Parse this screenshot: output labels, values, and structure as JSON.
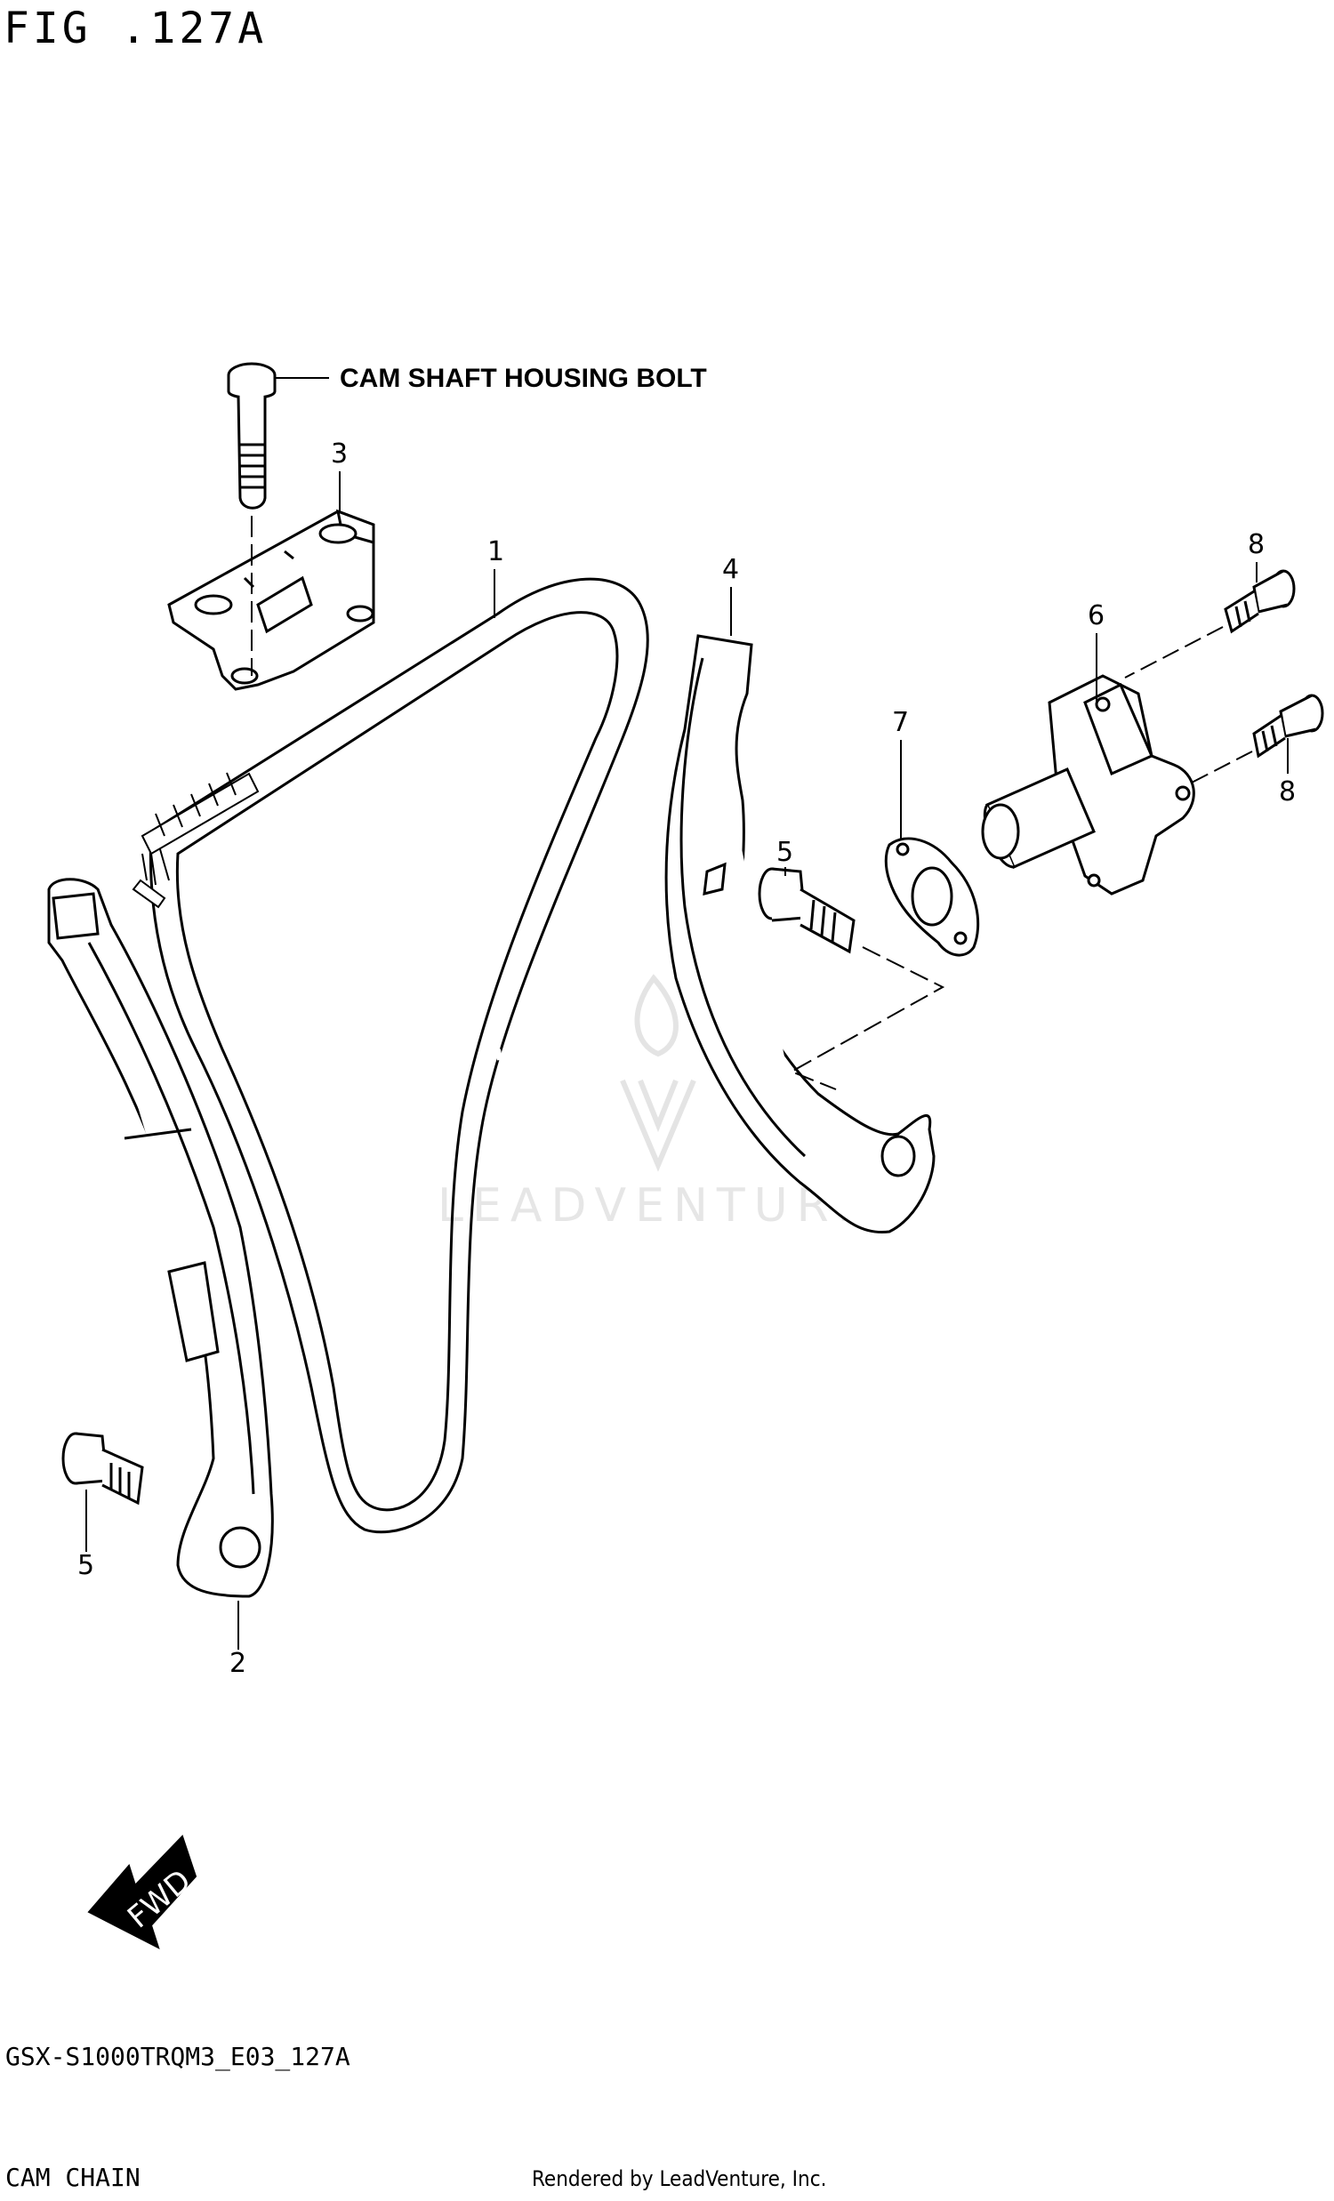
{
  "figure": {
    "title": "FIG .127A",
    "code": "GSX-S1000TRQM3_E03_127A",
    "name": "CAM CHAIN"
  },
  "credit": "Rendered by LeadVenture, Inc.",
  "watermark": "LEADVENTURE",
  "direction_marker": "FWD",
  "note": "CAM SHAFT HOUSING BOLT",
  "callouts": {
    "chain": "1",
    "guide_left": "2",
    "holder": "3",
    "guide_right": "4",
    "bolt_left": "5",
    "bolt_right": "5",
    "tensioner": "6",
    "gasket": "7",
    "screw_top": "8",
    "screw_bottom": "8"
  }
}
